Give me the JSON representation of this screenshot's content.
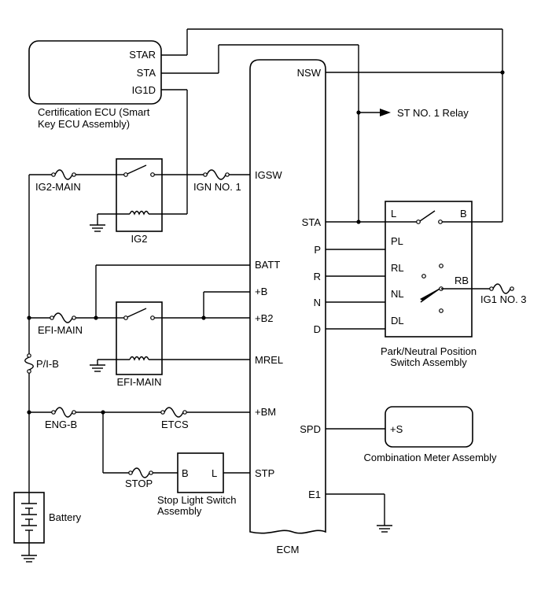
{
  "labels": {
    "cert_ecu": [
      "Certification ECU (Smart",
      "Key ECU Assembly)"
    ],
    "ecm": "ECM",
    "ig2_relay": "IG2",
    "efi_relay": "EFI-MAIN",
    "pnp_switch": [
      "Park/Neutral Position",
      "Switch Assembly"
    ],
    "combo_meter": "Combination Meter Assembly",
    "stop_switch": [
      "Stop Light Switch",
      "Assembly"
    ],
    "battery": "Battery",
    "st_relay": "ST NO. 1 Relay"
  },
  "cert_pins": [
    "STAR",
    "STA",
    "IG1D"
  ],
  "ecm_left_pins": [
    "IGSW",
    "BATT",
    "+B",
    "+B2",
    "MREL",
    "+BM",
    "STP"
  ],
  "ecm_right_pins": [
    "NSW",
    "STA",
    "P",
    "R",
    "N",
    "D",
    "SPD",
    "E1"
  ],
  "fuses": [
    "IG2-MAIN",
    "IGN NO. 1",
    "EFI-MAIN",
    "P/I-B",
    "ENG-B",
    "ETCS",
    "STOP",
    "IG1 NO. 3"
  ],
  "pnp_pins": [
    "L",
    "B",
    "PL",
    "RL",
    "NL",
    "RB",
    "DL"
  ],
  "meter_pin": "+S",
  "stop_pins": [
    "B",
    "L"
  ]
}
